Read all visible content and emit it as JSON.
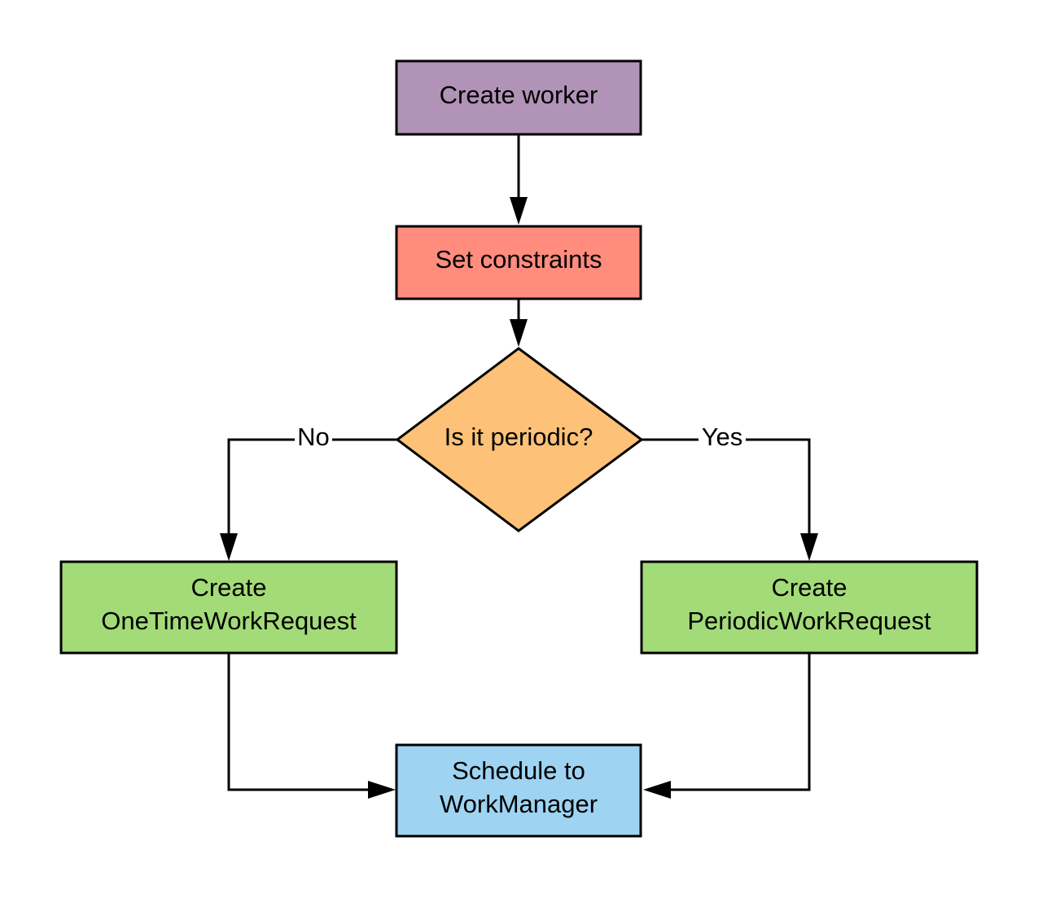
{
  "nodes": {
    "create_worker": {
      "label": "Create worker",
      "fill": "#B293B8"
    },
    "set_constraints": {
      "label": "Set constraints",
      "fill": "#FF8C7D"
    },
    "is_periodic": {
      "label": "Is it periodic?",
      "fill": "#FDC177"
    },
    "one_time": {
      "line1": "Create",
      "line2": "OneTimeWorkRequest",
      "fill": "#A3DB78"
    },
    "periodic": {
      "line1": "Create",
      "line2": "PeriodicWorkRequest",
      "fill": "#A3DB78"
    },
    "schedule": {
      "line1": "Schedule to",
      "line2": "WorkManager",
      "fill": "#9ED3F2"
    }
  },
  "edges": {
    "no_label": "No",
    "yes_label": "Yes"
  }
}
